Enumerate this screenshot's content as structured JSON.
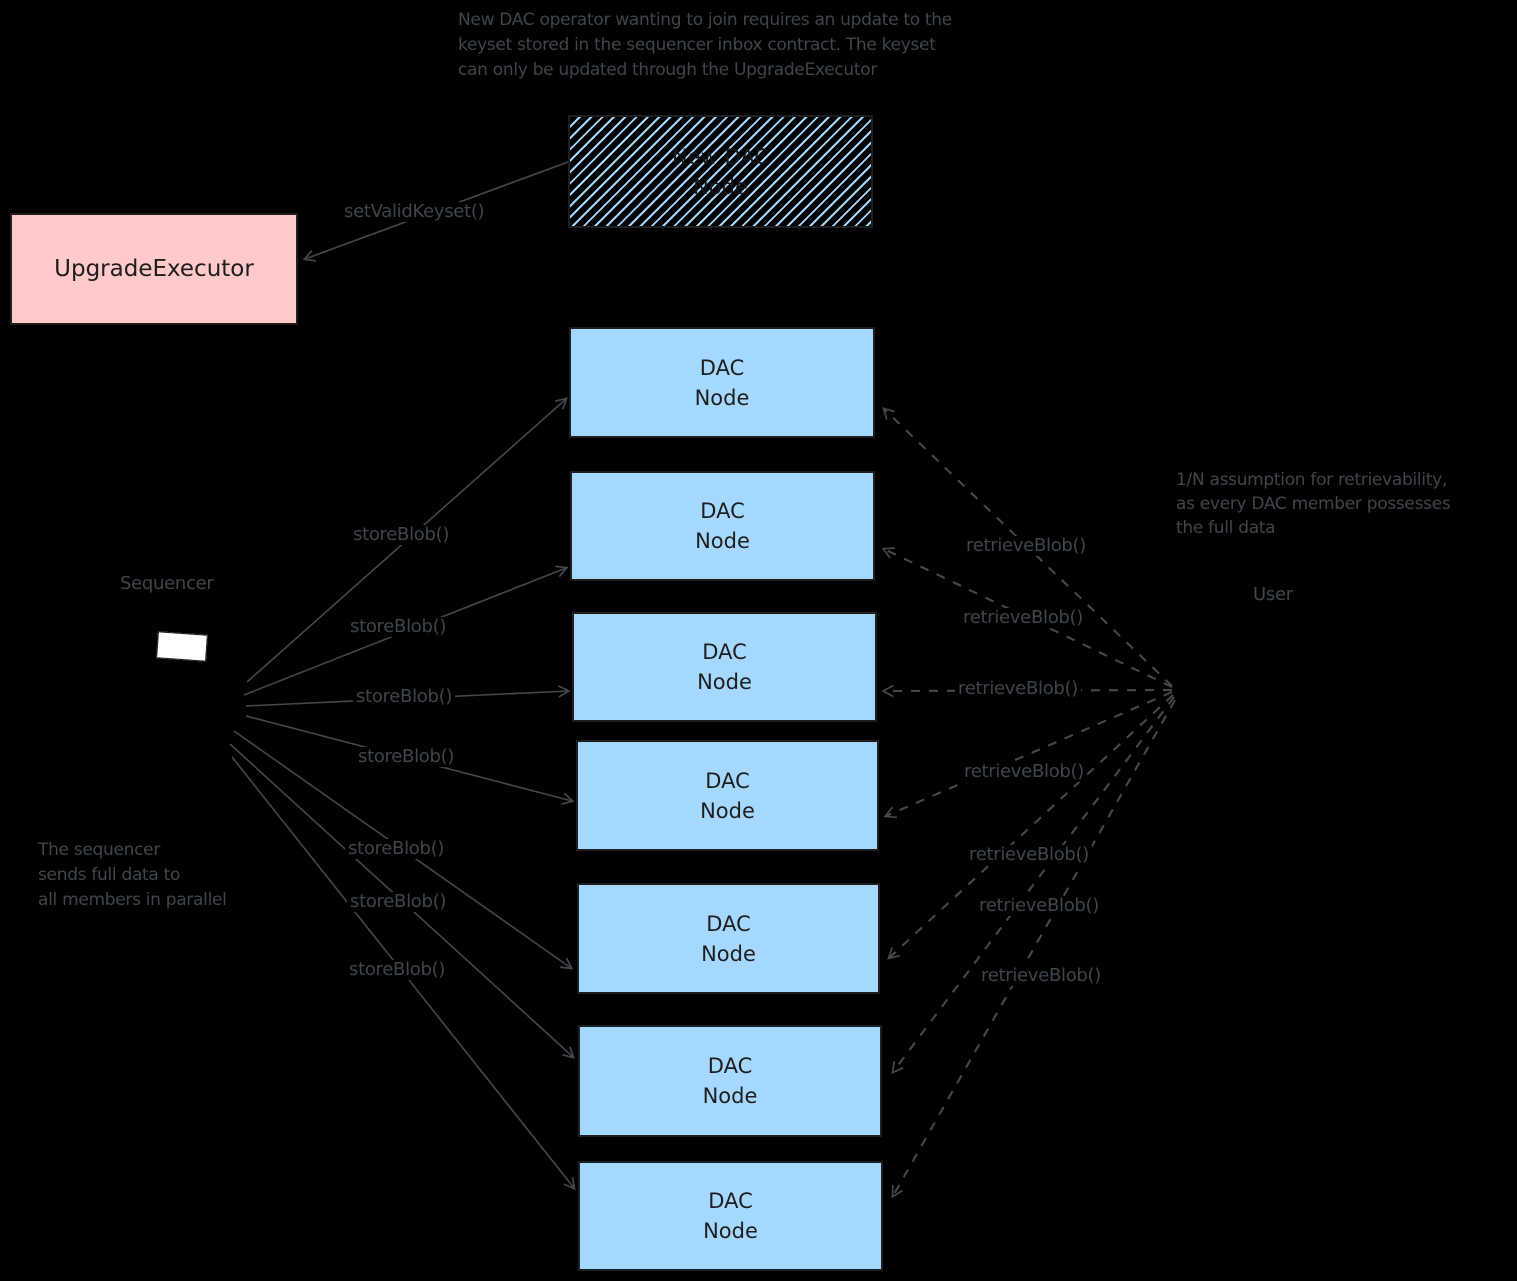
{
  "diagram": {
    "background_color": "#000000",
    "stroke_color": "#1e1e1e",
    "annotation_color": "#3f454c",
    "top_note": "New DAC operator wanting to join requires an update to the\nkeyset stored in the sequencer inbox contract. The keyset\ncan only be updated through the UpgradeExecutor",
    "left_note": "The sequencer\nsends full data to\nall members in parallel",
    "right_note": "1/N assumption for retrievability,\nas every DAC member possesses\nthe full data"
  },
  "nodes": {
    "upgrade_executor": {
      "label": "UpgradeExecutor",
      "fill": "#ffc9c9"
    },
    "new_dac_node": {
      "label": "New DAC\nNode",
      "hatch_color": "#a5d8ff"
    },
    "sequencer": {
      "label": "Sequencer"
    },
    "user": {
      "label": "User"
    },
    "dac_nodes": [
      {
        "label": "DAC\nNode",
        "fill": "#a5d8ff"
      },
      {
        "label": "DAC\nNode",
        "fill": "#a5d8ff"
      },
      {
        "label": "DAC\nNode",
        "fill": "#a5d8ff"
      },
      {
        "label": "DAC\nNode",
        "fill": "#a5d8ff"
      },
      {
        "label": "DAC\nNode",
        "fill": "#a5d8ff"
      },
      {
        "label": "DAC\nNode",
        "fill": "#a5d8ff"
      },
      {
        "label": "DAC\nNode",
        "fill": "#a5d8ff"
      }
    ]
  },
  "arrows": {
    "set_valid_keyset": {
      "label": "setValidKeyset()",
      "style": "solid"
    },
    "store": [
      {
        "label": "storeBlob()",
        "style": "solid"
      },
      {
        "label": "storeBlob()",
        "style": "solid"
      },
      {
        "label": "storeBlob()",
        "style": "solid"
      },
      {
        "label": "storeBlob()",
        "style": "solid"
      },
      {
        "label": "storeBlob()",
        "style": "solid"
      },
      {
        "label": "storeBlob()",
        "style": "solid"
      },
      {
        "label": "storeBlob()",
        "style": "solid"
      }
    ],
    "retrieve": [
      {
        "label": "retrieveBlob()",
        "style": "dashed"
      },
      {
        "label": "retrieveBlob()",
        "style": "dashed"
      },
      {
        "label": "retrieveBlob()",
        "style": "dashed"
      },
      {
        "label": "retrieveBlob()",
        "style": "dashed"
      },
      {
        "label": "retrieveBlob()",
        "style": "dashed"
      },
      {
        "label": "retrieveBlob()",
        "style": "dashed"
      },
      {
        "label": "retrieveBlob()",
        "style": "dashed"
      }
    ]
  }
}
